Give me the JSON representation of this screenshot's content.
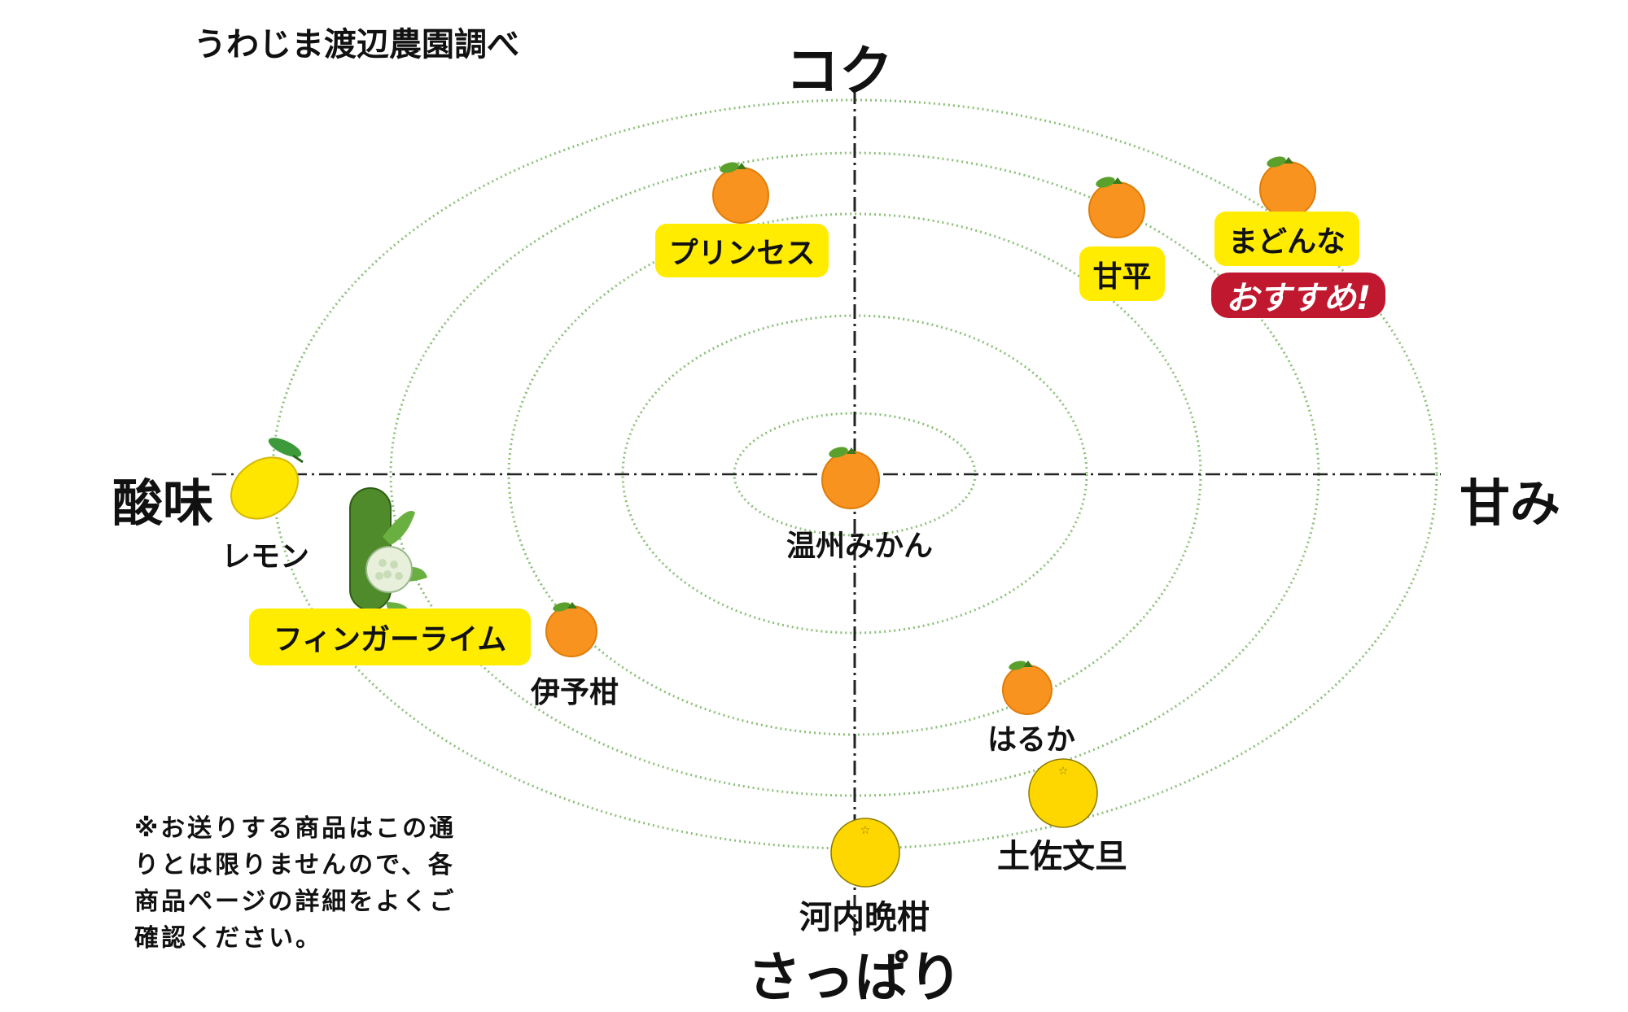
{
  "credit": "うわじま渡辺農園調べ",
  "axes": {
    "top": "コク",
    "bottom": "さっぱり",
    "left": "酸味",
    "right": "甘み"
  },
  "fruits": {
    "princess": "プリンセス",
    "kanpei": "甘平",
    "madonna": "まどんな",
    "recommend": "おすすめ!",
    "lemon": "レモン",
    "unshu": "温州みかん",
    "finger_lime": "フィンガーライム",
    "iyokan": "伊予柑",
    "haruka": "はるか",
    "tosa_buntan": "土佐文旦",
    "kawachi_bankan": "河内晩柑"
  },
  "note": "※お送りする商品はこの通りとは限りませんので、各商品ページの詳細をよくご確認ください。",
  "colors": {
    "orange": "#f7931e",
    "yellow_fruit": "#ffd700",
    "label_bg": "#ffec00",
    "badge_bg": "#c0182e",
    "ring": "#8cc07a"
  }
}
